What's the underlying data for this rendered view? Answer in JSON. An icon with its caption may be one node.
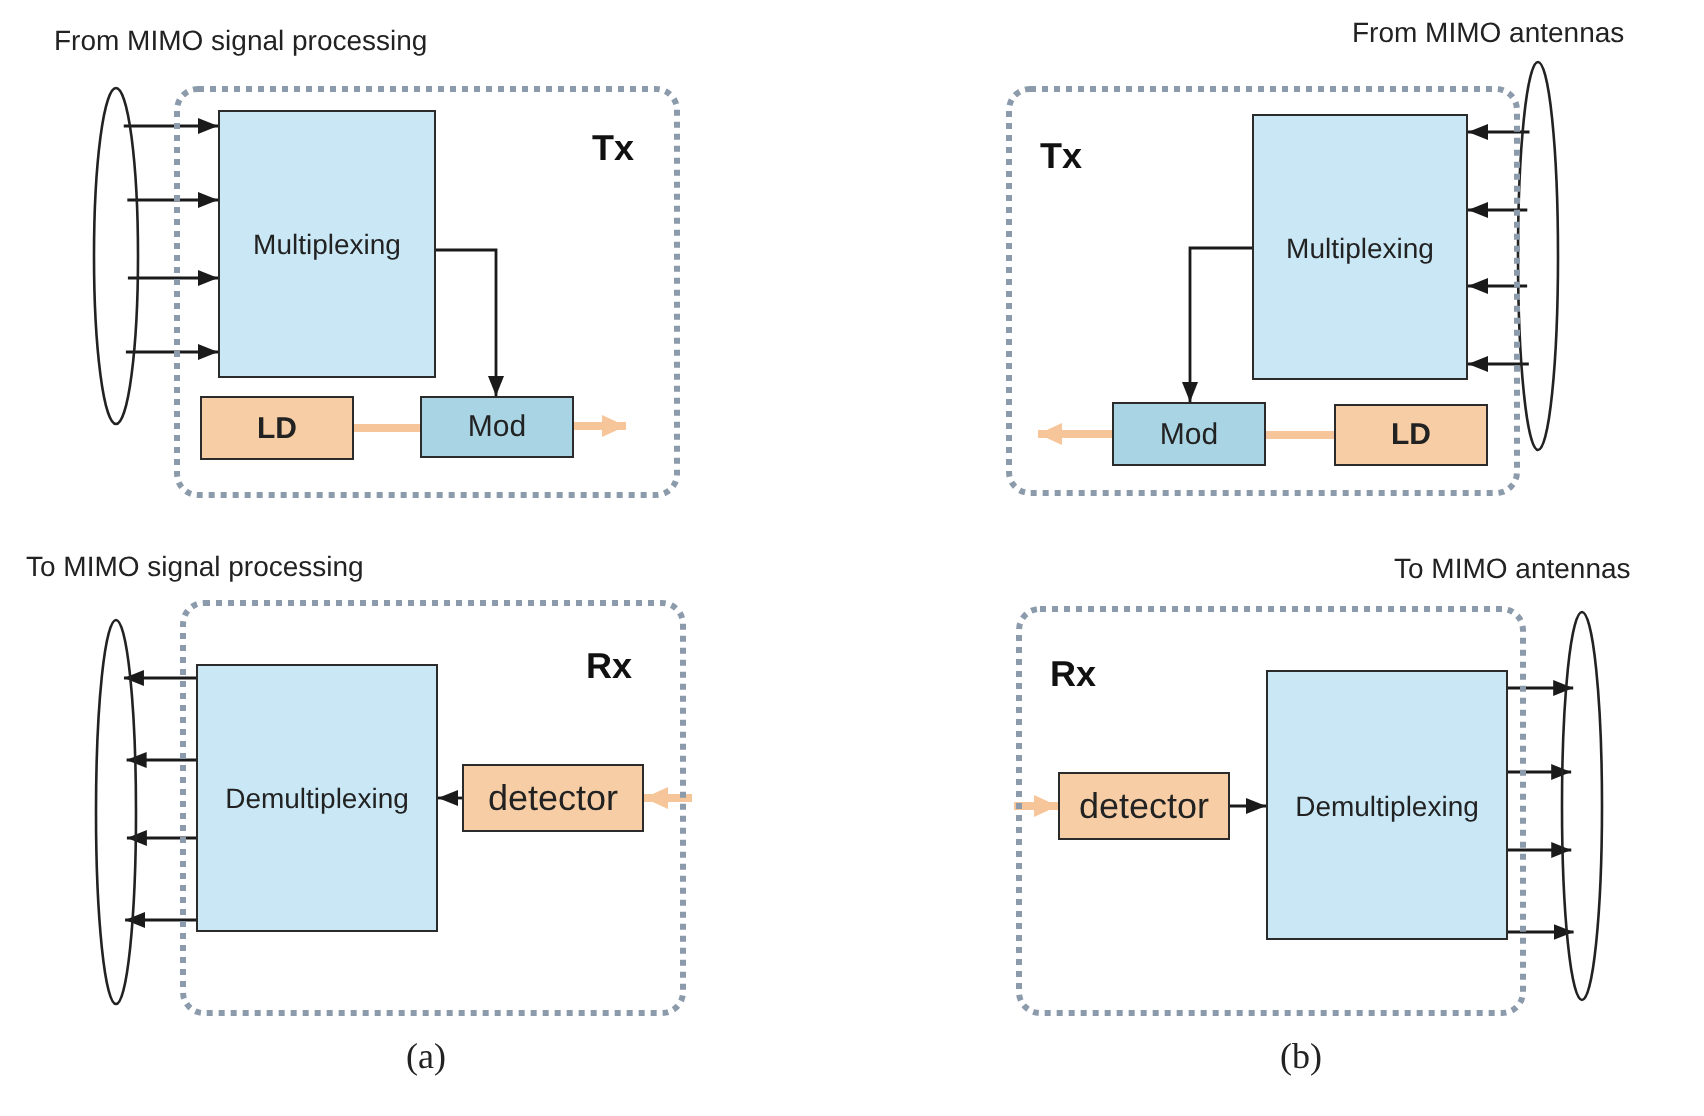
{
  "diagram": {
    "nodes": [
      {
        "text": [
          "Tx"
        ]
      },
      {
        "text": [
          "Multiplexing"
        ],
        "in": 0
      },
      {
        "text": [
          "LD"
        ],
        "in": 0
      },
      {
        "text": [
          "Mod"
        ],
        "in": 0
      },
      {
        "text": [
          "Rx"
        ]
      },
      {
        "text": [
          "Demultiplexing"
        ],
        "in": 4
      },
      {
        "text": [
          "detector"
        ],
        "in": 4
      },
      {
        "text": [
          "Tx"
        ]
      },
      {
        "text": [
          "Multiplexing"
        ],
        "in": 7
      },
      {
        "text": [
          "Mod"
        ],
        "in": 7
      },
      {
        "text": [
          "LD"
        ],
        "in": 7
      },
      {
        "text": [
          "Rx"
        ]
      },
      {
        "text": [
          "detector"
        ],
        "in": 11
      },
      {
        "text": [
          "Demultiplexing"
        ],
        "in": 11
      },
      {
        "text": [],
        "shape": "ellipse"
      },
      {
        "text": [],
        "shape": "ellipse"
      },
      {
        "text": [],
        "shape": "ellipse"
      },
      {
        "text": [],
        "shape": "ellipse"
      }
    ],
    "edges": [
      {
        "from": 14,
        "to": 1,
        "arrow": "to"
      },
      {
        "from": 14,
        "to": 1,
        "arrow": "to"
      },
      {
        "from": 14,
        "to": 1,
        "arrow": "to"
      },
      {
        "from": 14,
        "to": 1,
        "arrow": "to"
      },
      {
        "from": 1,
        "to": 3,
        "arrow": "to"
      },
      {
        "from": 2,
        "to": 3,
        "arrow": "none",
        "style": "thick",
        "color": "#f6c69a"
      },
      {
        "from": 3,
        "to": null,
        "arrow": "to",
        "style": "thick",
        "color": "#f6c69a"
      },
      {
        "from": 5,
        "to": 16,
        "arrow": "to"
      },
      {
        "from": 5,
        "to": 16,
        "arrow": "to"
      },
      {
        "from": 5,
        "to": 16,
        "arrow": "to"
      },
      {
        "from": 5,
        "to": 16,
        "arrow": "to"
      },
      {
        "from": 6,
        "to": 5,
        "arrow": "to"
      },
      {
        "from": null,
        "to": 6,
        "arrow": "to",
        "style": "thick",
        "color": "#f6c69a"
      },
      {
        "from": 15,
        "to": 8,
        "arrow": "to"
      },
      {
        "from": 15,
        "to": 8,
        "arrow": "to"
      },
      {
        "from": 15,
        "to": 8,
        "arrow": "to"
      },
      {
        "from": 15,
        "to": 8,
        "arrow": "to"
      },
      {
        "from": 8,
        "to": 9,
        "arrow": "to"
      },
      {
        "from": 10,
        "to": 9,
        "arrow": "none",
        "style": "thick",
        "color": "#f6c69a"
      },
      {
        "from": 9,
        "to": null,
        "arrow": "to",
        "style": "thick",
        "color": "#f6c69a"
      },
      {
        "from": null,
        "to": 12,
        "arrow": "to",
        "style": "thick",
        "color": "#f6c69a"
      },
      {
        "from": 12,
        "to": 13,
        "arrow": "to"
      },
      {
        "from": 13,
        "to": 17,
        "arrow": "to"
      },
      {
        "from": 13,
        "to": 17,
        "arrow": "to"
      },
      {
        "from": 13,
        "to": 17,
        "arrow": "to"
      },
      {
        "from": 13,
        "to": 17,
        "arrow": "to"
      }
    ],
    "labels": [
      "From MIMO signal processing",
      "From MIMO antennas",
      "To MIMO signal processing",
      "To MIMO antennas",
      "(a)",
      "(b)"
    ]
  }
}
